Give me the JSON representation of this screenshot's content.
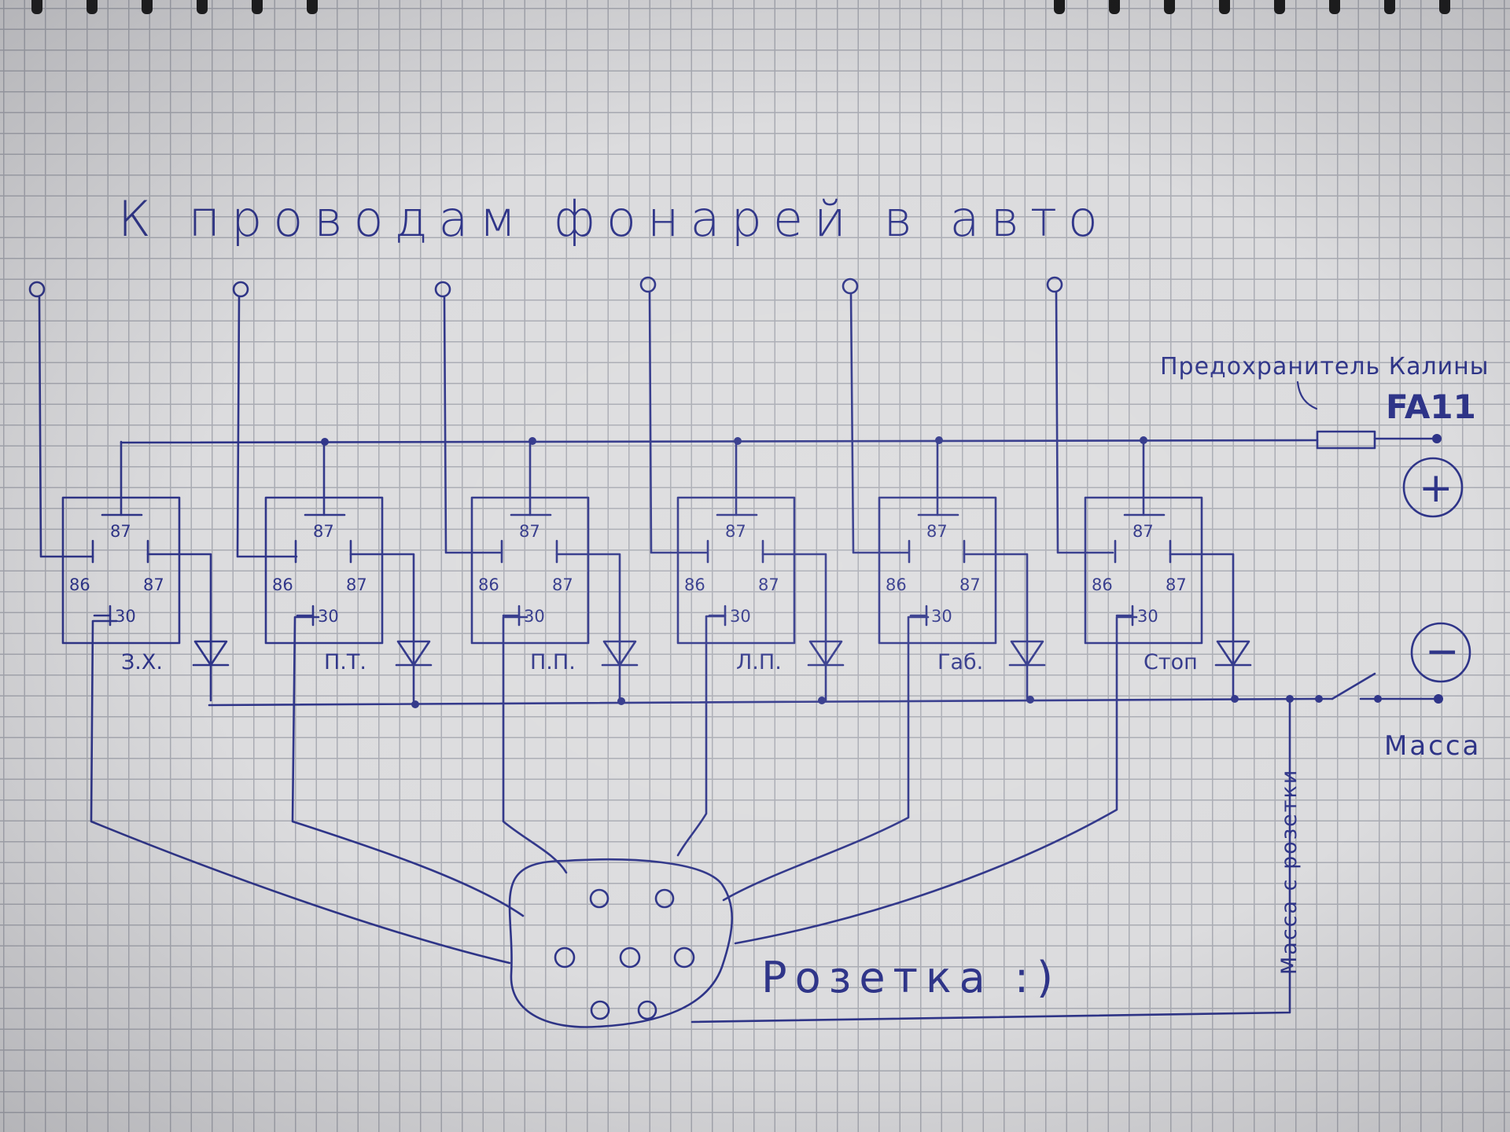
{
  "title": "К проводам фонарей в авто",
  "relays": [
    {
      "label": "З.Х.",
      "pins": {
        "top": "87",
        "left": "86",
        "right": "87",
        "bottom": "30"
      }
    },
    {
      "label": "П.Т.",
      "pins": {
        "top": "87",
        "left": "86",
        "right": "87",
        "bottom": "30"
      }
    },
    {
      "label": "П.П.",
      "pins": {
        "top": "87",
        "left": "86",
        "right": "87",
        "bottom": "30"
      }
    },
    {
      "label": "Л.П.",
      "pins": {
        "top": "87",
        "left": "86",
        "right": "87",
        "bottom": "30"
      }
    },
    {
      "label": "Габ.",
      "pins": {
        "top": "87",
        "left": "86",
        "right": "87",
        "bottom": "30"
      }
    },
    {
      "label": "Стоп",
      "pins": {
        "top": "87",
        "left": "86",
        "right": "87",
        "bottom": "30"
      }
    }
  ],
  "fuse": {
    "note": "Предохранитель Калины",
    "code": "FA11"
  },
  "plus_symbol": "+",
  "minus_symbol": "−",
  "ground_label": "Масса",
  "ground_socket_label": "Масса с розетки",
  "socket_label": "Розетка :)",
  "colors": {
    "ink": "#2e3488",
    "paper": "#dcdcde",
    "grid": "#a9abb3"
  }
}
